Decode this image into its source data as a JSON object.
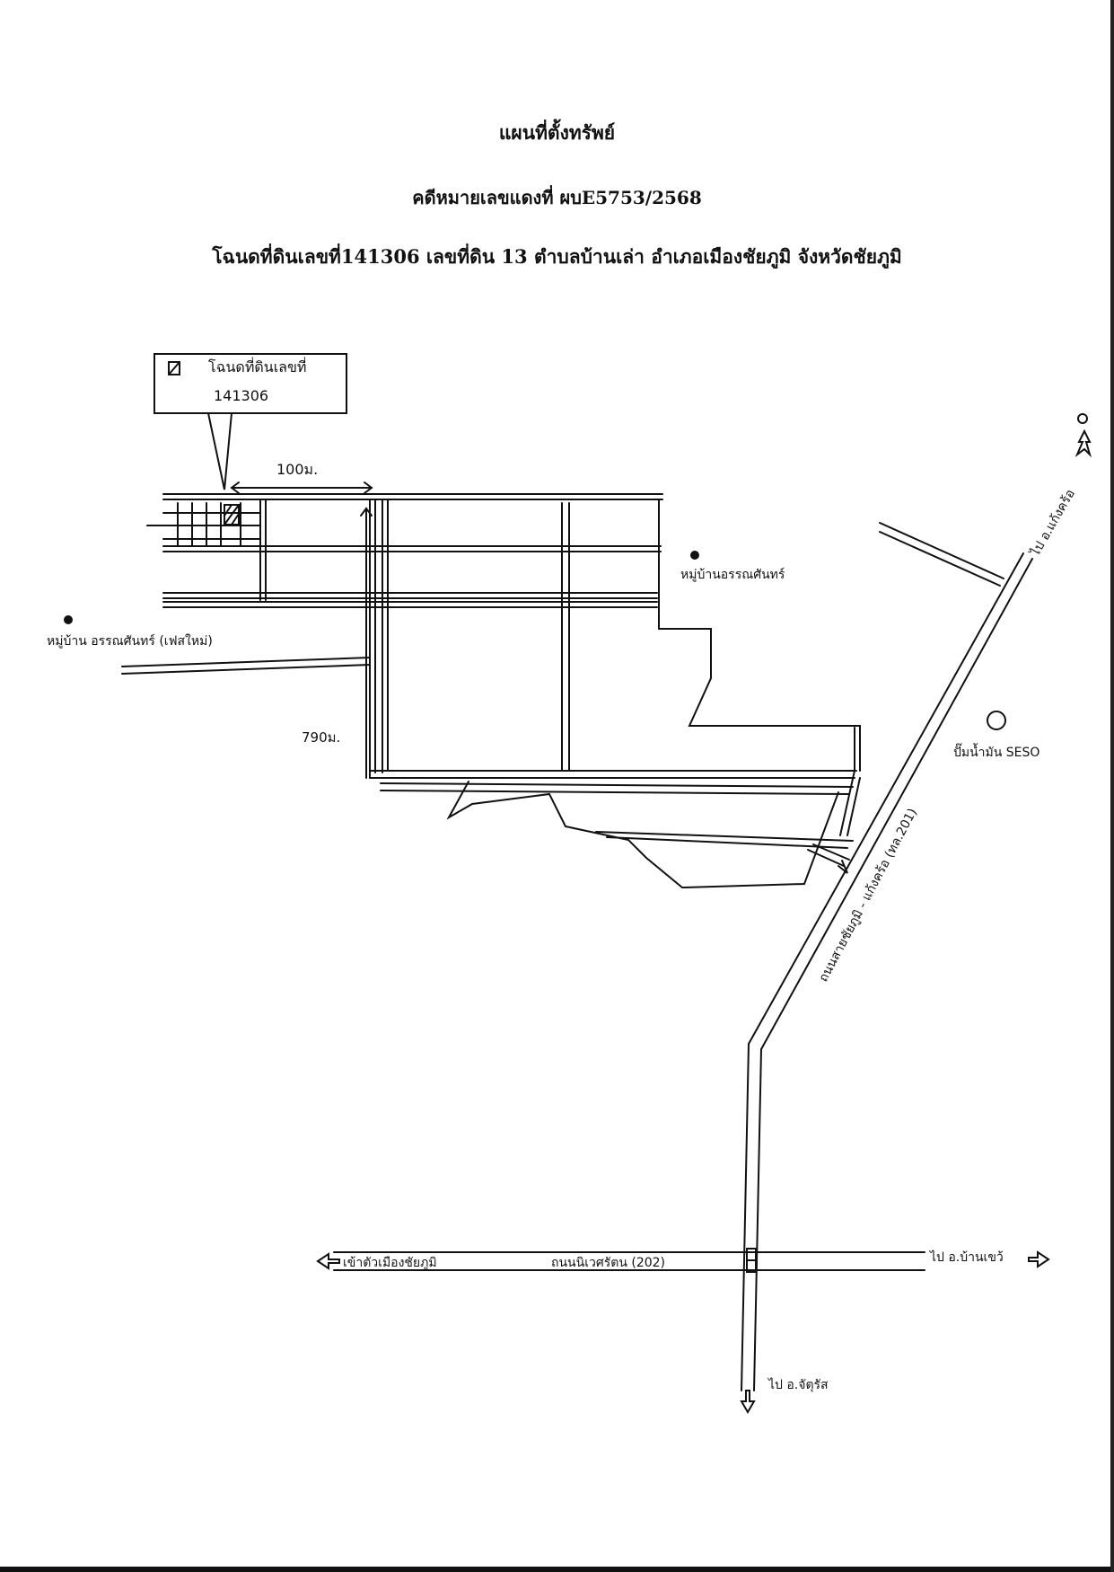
{
  "header": {
    "title": "แผนที่ตั้งทรัพย์",
    "case_line": "คดีหมายเลขแดงที่  ผบE5753/2568",
    "deed_line": "โฉนดที่ดินเลขที่141306 เลขที่ดิน 13 ตำบลบ้านเล่า อำเภอเมืองชัยภูมิ  จังหวัดชัยภูมิ"
  },
  "map": {
    "legend": {
      "line1": "โฉนดที่ดินเลขที่",
      "line2": "141306"
    },
    "dimensions": {
      "width_label": "100ม.",
      "depth_label": "790ม."
    },
    "places": {
      "village_east": "หมู่บ้านอรรณศันทร์",
      "village_west": "หมู่บ้าน อรรณศันทร์ (เฟสใหม่)",
      "gas_station": "ปั๊มน้ำมัน SESO"
    },
    "roads": {
      "to_kaeng_khro": "ไป อ.แก้งคร้อ",
      "highway_201": "ถนนสายชัยภูมิ - แก้งคร้อ (ทล.201)",
      "highway_202": "ถนนนิเวศรัตน (202)",
      "to_city": "เข้าตัวเมืองชัยภูมิ",
      "to_nong_bua_daeng": "ไป อ.บ้านเขว้",
      "to_chatturat": "ไป อ.จัตุรัส"
    }
  }
}
